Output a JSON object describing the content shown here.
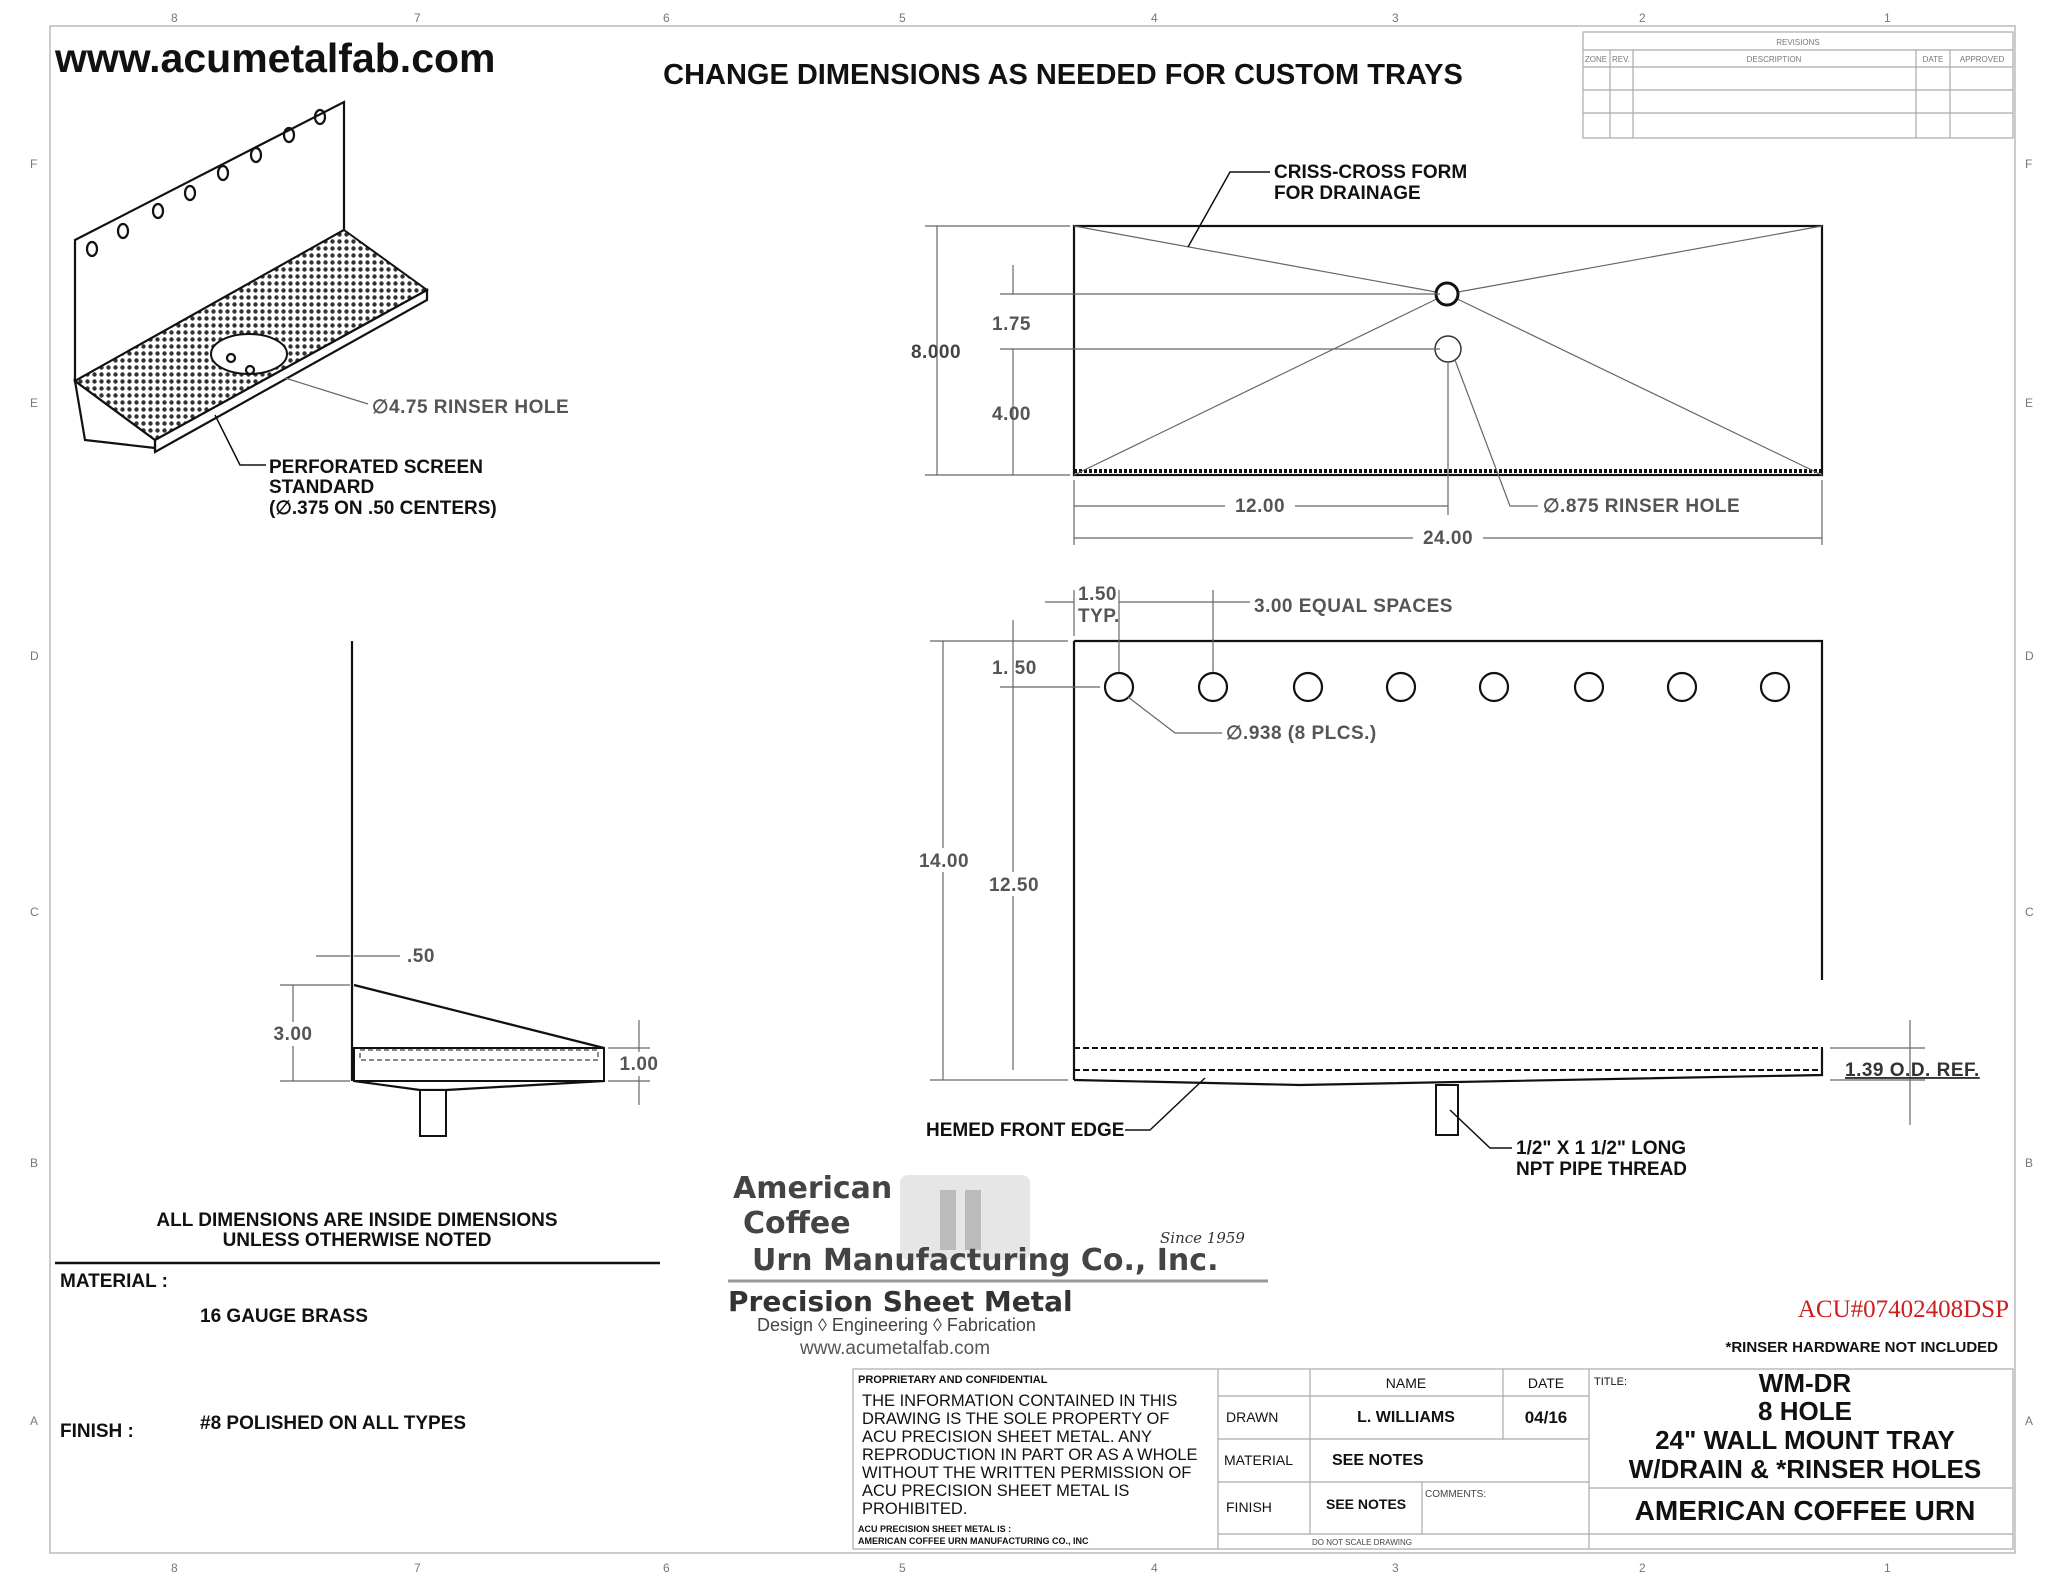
{
  "header": {
    "website": "www.acumetalfab.com",
    "instruction": "CHANGE DIMENSIONS AS NEEDED FOR CUSTOM TRAYS"
  },
  "zones": {
    "columns": [
      "8",
      "7",
      "6",
      "5",
      "4",
      "3",
      "2",
      "1"
    ],
    "rows": [
      "F",
      "E",
      "D",
      "C",
      "B",
      "A"
    ]
  },
  "revisions": {
    "title": "REVISIONS",
    "headers": [
      "ZONE",
      "REV.",
      "DESCRIPTION",
      "DATE",
      "APPROVED"
    ]
  },
  "iso_view": {
    "rinser_hole": "∅4.75 RINSER HOLE",
    "screen_line1": "PERFORATED SCREEN",
    "screen_line2": "STANDARD",
    "screen_line3": "(∅.375 ON .50 CENTERS)"
  },
  "top_view": {
    "crisscross_line1": "CRISS-CROSS FORM",
    "crisscross_line2": "FOR DRAINAGE",
    "dim_depth": "8.000",
    "dim_175": "1.75",
    "dim_400": "4.00",
    "dim_half": "12.00",
    "dim_width": "24.00",
    "rinser_hole": "∅.875 RINSER HOLE"
  },
  "front_view": {
    "dim_150_typ_a": "1.50",
    "dim_150_typ_b": "TYP.",
    "equal_spaces": "3.00 EQUAL SPACES",
    "dim_150": "1. 50",
    "holes": "∅.938 (8 PLCS.)",
    "hole_count": 8,
    "dim_height": "14.00",
    "dim_1250": "12.50",
    "od_ref": "1.39 O.D. REF.",
    "hemed": "HEMED FRONT EDGE",
    "thread_line1": "1/2\" X 1 1/2\" LONG",
    "thread_line2": "NPT PIPE THREAD"
  },
  "side_view": {
    "dim_050": ".50",
    "dim_300": "3.00",
    "dim_100": "1.00"
  },
  "notes": {
    "inside_line1": "ALL DIMENSIONS ARE INSIDE DIMENSIONS",
    "inside_line2": "UNLESS OTHERWISE NOTED",
    "material_label": "MATERIAL :",
    "material_value": "16 GAUGE BRASS",
    "finish_label": "FINISH :",
    "finish_value": "#8 POLISHED ON ALL TYPES",
    "part_number": "ACU#07402408DSP",
    "rinser_note": "*RINSER HARDWARE NOT INCLUDED"
  },
  "logo": {
    "line1": "American",
    "line2": "Coffee",
    "line3": "Urn Manufacturing Co., Inc.",
    "since": "Since 1959",
    "tagline": "Precision Sheet Metal",
    "services": "Design ◊ Engineering ◊ Fabrication",
    "website": "www.acumetalfab.com"
  },
  "title_block": {
    "proprietary_heading": "PROPRIETARY AND CONFIDENTIAL",
    "proprietary_lines": [
      "THE INFORMATION CONTAINED IN THIS",
      "DRAWING IS THE SOLE PROPERTY OF",
      "ACU PRECISION SHEET METAL.  ANY",
      "REPRODUCTION IN PART OR AS A WHOLE",
      "WITHOUT THE WRITTEN PERMISSION OF",
      "ACU PRECISION SHEET METAL IS",
      "PROHIBITED."
    ],
    "owner_line1": "ACU PRECISION SHEET METAL IS :",
    "owner_line2": "AMERICAN COFFEE URN MANUFACTURING CO., INC",
    "name_header": "NAME",
    "date_header": "DATE",
    "drawn_label": "DRAWN",
    "drawn_name": "L. WILLIAMS",
    "drawn_date": "04/16",
    "material_label": "MATERIAL",
    "material_value": "SEE NOTES",
    "finish_label": "FINISH",
    "finish_value": "SEE NOTES",
    "comments_label": "COMMENTS:",
    "do_not_scale": "DO NOT SCALE DRAWING",
    "title_label": "TITLE:",
    "title_lines": [
      "WM-DR",
      "8 HOLE",
      "24\" WALL MOUNT TRAY",
      "W/DRAIN & *RINSER HOLES"
    ],
    "company": "AMERICAN COFFEE URN"
  },
  "colors": {
    "part_number": "#cc1f1f",
    "dimension": "#555555",
    "line": "#111111"
  }
}
